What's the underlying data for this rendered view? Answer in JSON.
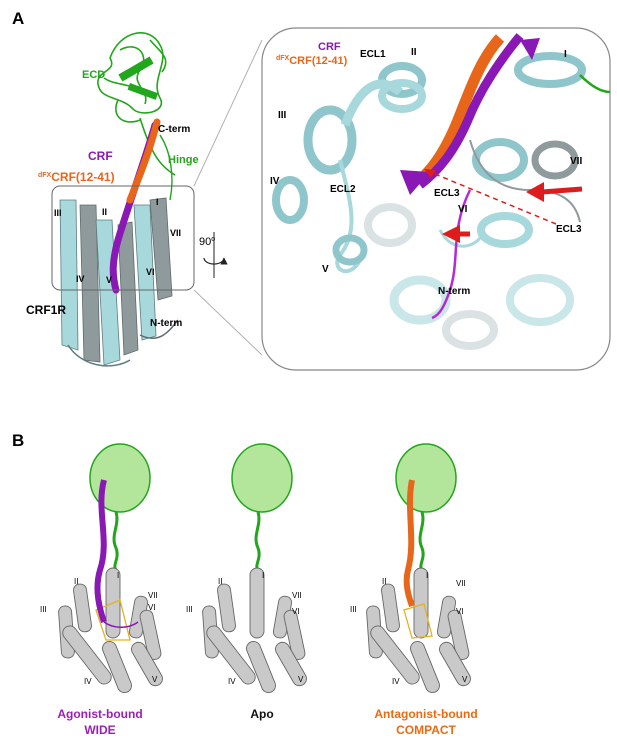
{
  "panelA": {
    "letter": "A",
    "left_labels": {
      "ecd": "ECD",
      "cterm": "C-term",
      "crf": "CRF",
      "dfx_sup": "dFX",
      "dfx_main": "CRF(12-41)",
      "hinge": "Hinge",
      "crf1r": "CRF1R",
      "nterm": "N-term",
      "helices": {
        "I": "I",
        "II": "II",
        "III": "III",
        "IV": "IV",
        "V": "V",
        "VI": "VI",
        "VII": "VII"
      }
    },
    "rotation": "90",
    "rotation_sup": "o",
    "inset_labels": {
      "crf": "CRF",
      "dfx_sup": "dFX",
      "dfx_main": "CRF(12-41)",
      "ecl1": "ECL1",
      "ecl2": "ECL2",
      "ecl3_a": "ECL3",
      "ecl3_b": "ECL3",
      "nterm": "N-term",
      "helices": {
        "I": "I",
        "II": "II",
        "III": "III",
        "IV": "IV",
        "V": "V",
        "VI": "VI",
        "VII": "VII"
      }
    }
  },
  "panelB": {
    "letter": "B",
    "models": [
      {
        "caption1": "Agonist-bound",
        "caption2": "WIDE",
        "color": "#9a1fb5"
      },
      {
        "caption1": "Apo",
        "caption2": "",
        "color": "#111111"
      },
      {
        "caption1": "Antagonist-bound",
        "caption2": "COMPACT",
        "color": "#ec6a12"
      }
    ],
    "helices": {
      "I": "I",
      "II": "II",
      "III": "III",
      "IV": "IV",
      "V": "V",
      "VI": "VI",
      "VII": "VII"
    }
  },
  "colors": {
    "ecd": "#22a61c",
    "crf": "#8a18b4",
    "antagonist": "#e8661a",
    "receptor_cyan": "#a7d8dc",
    "receptor_grey": "#8f9a9c",
    "arrow_red": "#dd1c1c",
    "oval_fill": "#b3e69b"
  }
}
